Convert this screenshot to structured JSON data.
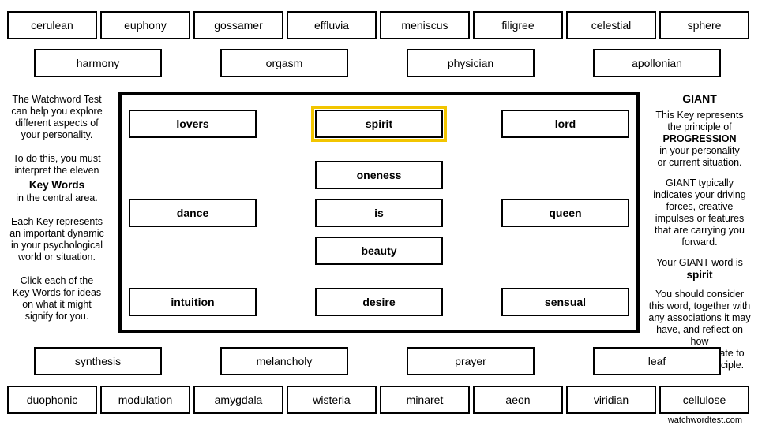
{
  "top_row": [
    "cerulean",
    "euphony",
    "gossamer",
    "effluvia",
    "meniscus",
    "filigree",
    "celestial",
    "sphere"
  ],
  "second_row": [
    "harmony",
    "orgasm",
    "physician",
    "apollonian"
  ],
  "key_words": {
    "lovers": "lovers",
    "spirit": "spirit",
    "lord": "lord",
    "oneness": "oneness",
    "dance": "dance",
    "is": "is",
    "queen": "queen",
    "beauty": "beauty",
    "intuition": "intuition",
    "desire": "desire",
    "sensual": "sensual"
  },
  "third_row": [
    "synthesis",
    "melancholy",
    "prayer",
    "leaf"
  ],
  "bottom_row": [
    "duophonic",
    "modulation",
    "amygdala",
    "wisteria",
    "minaret",
    "aeon",
    "viridian",
    "cellulose"
  ],
  "left_panel": {
    "intro": [
      "The Watchword Test",
      "can help you explore",
      "different aspects of",
      "your personality."
    ],
    "todo": [
      "To do this, you must",
      "interpret the eleven"
    ],
    "key_words_label": "Key Words",
    "central": "in the central area.",
    "each": [
      "Each Key represents",
      "an important dynamic",
      "in your psychological",
      "world or situation."
    ],
    "click": [
      "Click each of the",
      "Key Words for ideas",
      "on what it might",
      "signify for you."
    ]
  },
  "right_panel": {
    "title": "GIANT",
    "represents": [
      "This Key represents",
      "the principle of"
    ],
    "principle": "PROGRESSION",
    "in_your": [
      "in your personality",
      "or current situation."
    ],
    "typically": [
      "GIANT typically",
      "indicates your driving",
      "forces, creative",
      "impulses or features",
      "that are carrying you",
      "forward."
    ],
    "your_word_label": "Your GIANT word is",
    "your_word": "spirit",
    "consider": [
      "You should consider",
      "this word, together with",
      "any associations it may",
      "have, and reflect on how",
      "these might relate to",
      "the GIANT principle."
    ]
  },
  "footer": "watchwordtest.com",
  "colors": {
    "highlight": "#f2c500"
  }
}
